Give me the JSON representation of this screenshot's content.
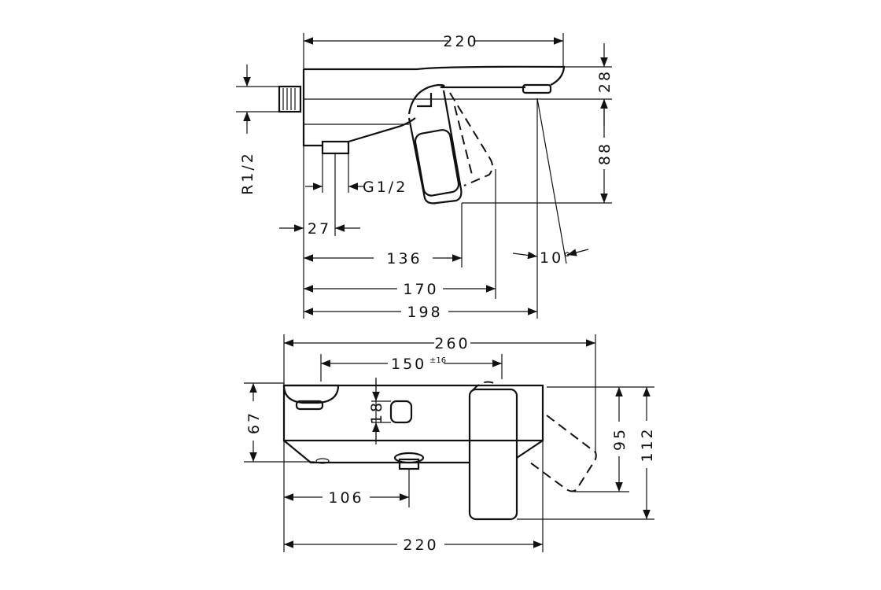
{
  "side_view": {
    "width_overall": "220",
    "spout_height": "28",
    "handle_height": "88",
    "inlet_thread": "R1/2",
    "outlet_thread": "G1/2",
    "inlet_offset": "27",
    "handle_reach": "136",
    "handle_reach_open": "170",
    "spout_reach": "198",
    "spout_angle": "10°"
  },
  "top_view": {
    "width_max": "260",
    "centers": "150",
    "centers_tolerance": "±16",
    "depth_body": "67",
    "control_size": "18",
    "outlet_offset": "106",
    "width_body": "220",
    "handle_open_depth": "95",
    "handle_depth": "112"
  }
}
